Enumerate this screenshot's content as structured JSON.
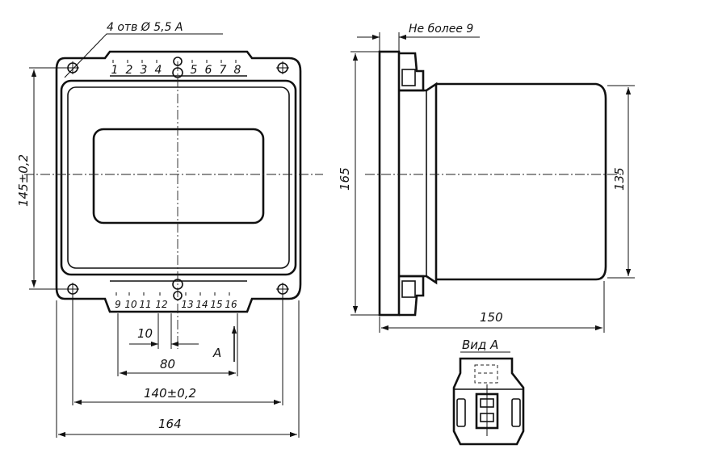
{
  "front_view": {
    "hole_note": "4 отв Ø 5,5 А",
    "top_terminals": [
      "1",
      "2",
      "3",
      "4",
      "5",
      "6",
      "7",
      "8"
    ],
    "bottom_terminals": [
      "9",
      "10",
      "11",
      "12",
      "13",
      "14",
      "15",
      "16"
    ],
    "dim_height": "145±0,2",
    "dim_small": "10",
    "dim_terminal_span": "80",
    "dim_hole_spacing": "140±0,2",
    "dim_overall_width": "164",
    "view_arrow_label": "А"
  },
  "side_view": {
    "note_top": "Не более 9",
    "dim_overall_height": "165",
    "dim_body_height": "135",
    "dim_depth": "150"
  },
  "detail_view": {
    "title": "Вид А"
  }
}
